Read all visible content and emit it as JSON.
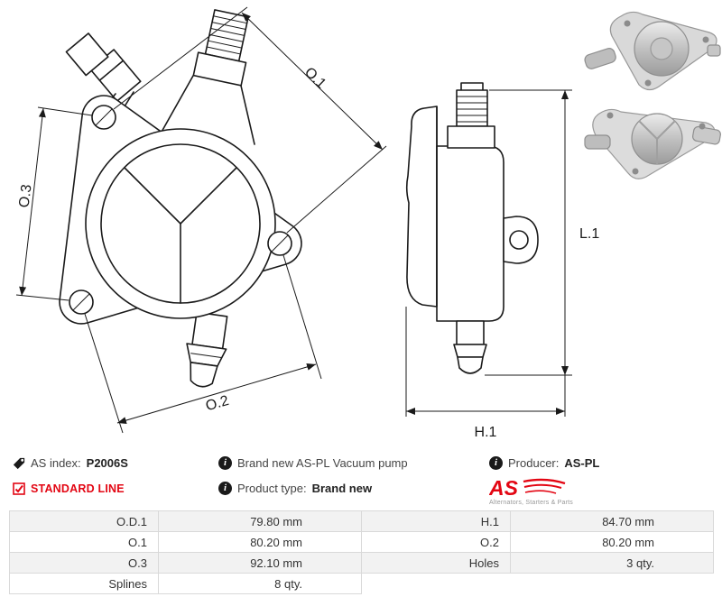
{
  "drawing": {
    "front_view": {
      "o1": "O.1",
      "o2": "O.2",
      "o3": "O.3"
    },
    "side_view": {
      "l1": "L.1",
      "h1": "H.1"
    }
  },
  "info": {
    "as_index_label": "AS index:",
    "as_index_value": "P2006S",
    "standard_line_label": "STANDARD LINE",
    "description": "Brand new AS-PL Vacuum pump",
    "product_type_label": "Product type:",
    "product_type_value": "Brand new",
    "producer_label": "Producer:",
    "producer_value": "AS-PL",
    "logo_text": "AS",
    "logo_subtext": "Alternators, Starters & Parts"
  },
  "specs": {
    "rows": [
      {
        "label1": "O.D.1",
        "value1": "79.80 mm",
        "label2": "H.1",
        "value2": "84.70 mm"
      },
      {
        "label1": "O.1",
        "value1": "80.20 mm",
        "label2": "O.2",
        "value2": "80.20 mm"
      },
      {
        "label1": "O.3",
        "value1": "92.10 mm",
        "label2": "Holes",
        "value2": "3 qty."
      },
      {
        "label1": "Splines",
        "value1": "8 qty.",
        "label2": "",
        "value2": ""
      }
    ]
  },
  "colors": {
    "accent_red": "#e30613",
    "line_color": "#1a1a1a",
    "table_stripe": "#f2f2f2",
    "table_border": "#d9d9d9"
  }
}
